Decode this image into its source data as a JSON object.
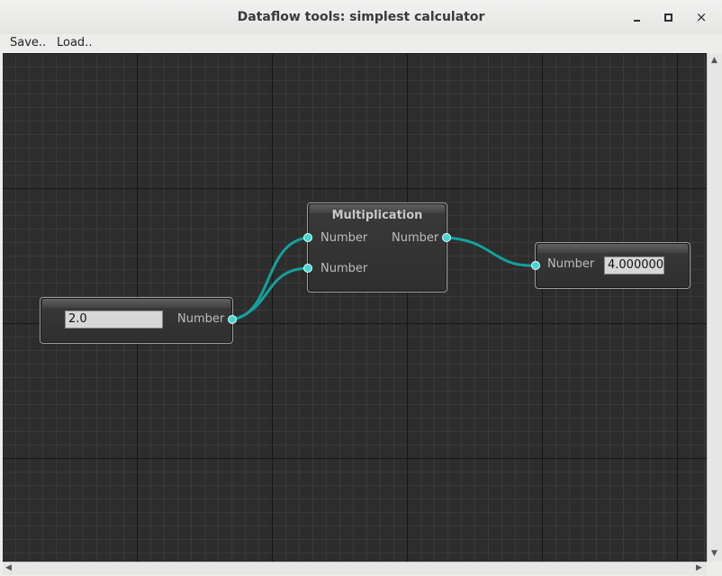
{
  "window": {
    "title": "Dataflow tools: simplest calculator",
    "minimize_label": "minimize",
    "maximize_label": "maximize",
    "close_label": "×"
  },
  "menu": {
    "save": "Save..",
    "load": "Load.."
  },
  "nodes": {
    "input": {
      "value": "2.0",
      "output_label": "Number"
    },
    "multiplication": {
      "title": "Multiplication",
      "input_a_label": "Number",
      "input_b_label": "Number",
      "output_label": "Number"
    },
    "display": {
      "input_label": "Number",
      "value": "4.000000"
    }
  },
  "colors": {
    "canvas_bg": "#2d2d2d",
    "wire": "#12a19b",
    "port": "#45d6d0"
  }
}
